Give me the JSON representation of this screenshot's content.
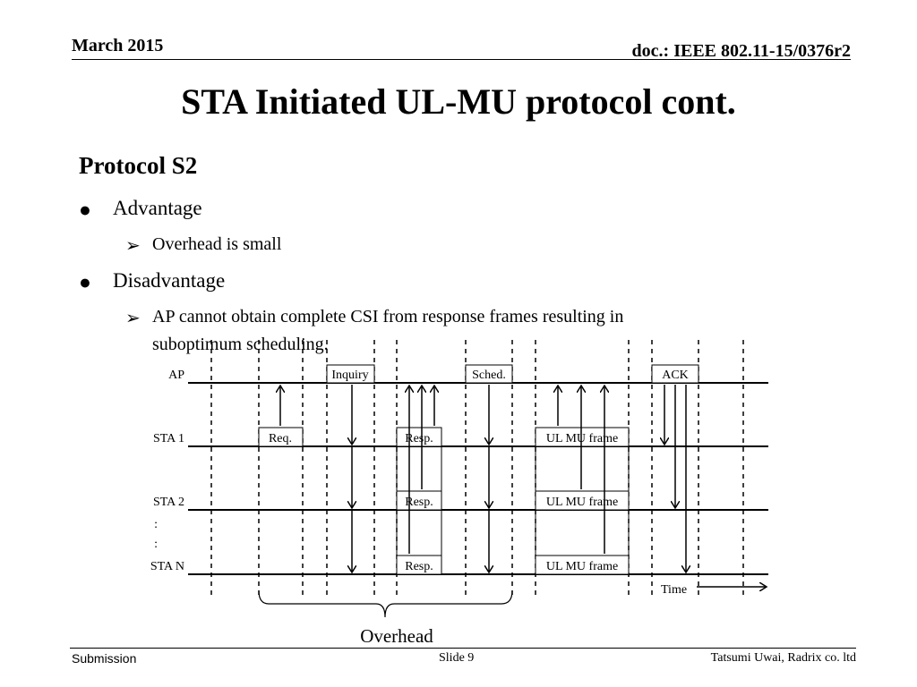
{
  "header": {
    "date": "March 2015",
    "doc": "doc.: IEEE 802.11-15/0376r2"
  },
  "title": "STA Initiated UL-MU protocol cont.",
  "section": "Protocol S2",
  "bullets": [
    {
      "label": "Advantage",
      "sub": [
        "Overhead is small"
      ]
    },
    {
      "label": "Disadvantage",
      "sub": [
        "AP cannot obtain complete CSI from response frames resulting in",
        "suboptimum scheduling."
      ]
    }
  ],
  "diagram": {
    "rows": [
      "AP",
      "STA 1",
      "STA 2",
      ":",
      ":",
      "STA N"
    ],
    "frames": {
      "inquiry": "Inquiry",
      "sched": "Sched.",
      "ack": "ACK",
      "req": "Req.",
      "resp": "Resp.",
      "ulmu": "UL MU frame"
    },
    "time_label": "Time",
    "overhead_label": "Overhead"
  },
  "footer": {
    "left": "Submission",
    "center": "Slide 9",
    "right": "Tatsumi Uwai, Radrix co. ltd"
  }
}
